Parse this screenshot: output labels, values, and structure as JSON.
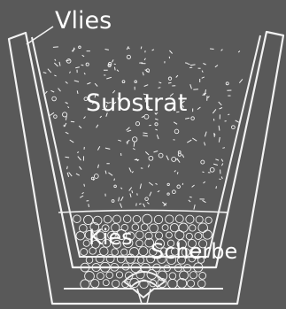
{
  "diagram": {
    "background_color": "#595959",
    "line_color": "#f2f2f2",
    "labels": {
      "vlies": "Vlies",
      "substrat": "Substrat",
      "kies": "Kies",
      "scherbe": "Scherbe"
    },
    "layers": [
      "Vlies",
      "Substrat",
      "Kies",
      "Scherbe"
    ]
  }
}
